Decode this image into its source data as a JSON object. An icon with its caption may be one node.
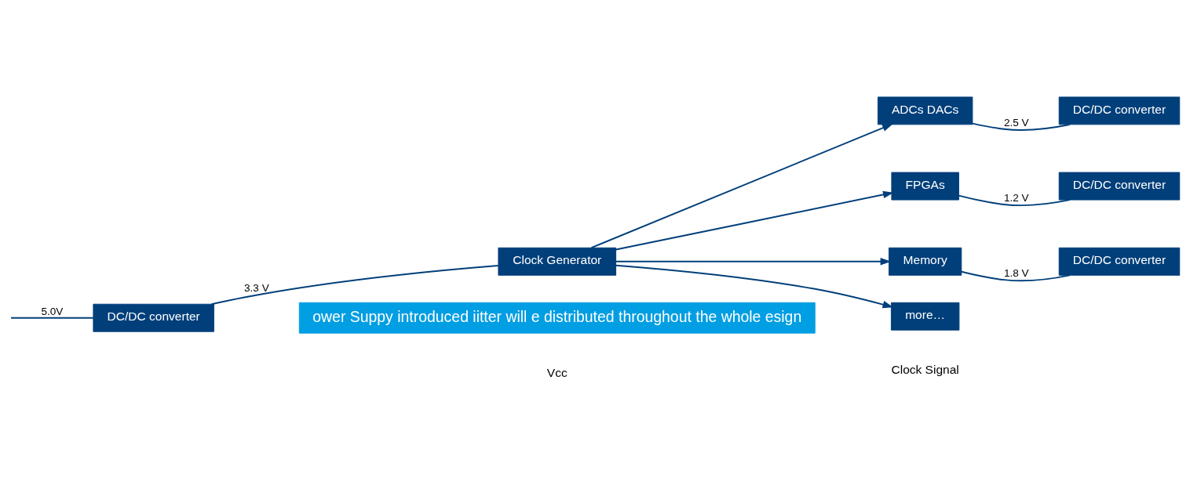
{
  "diagram": {
    "nodes": [
      {
        "text": [
          "DC/DC converter"
        ]
      },
      {
        "text": [
          "Clock Generator"
        ]
      },
      {
        "text": [
          "ADCs DACs"
        ]
      },
      {
        "text": [
          "DC/DC converter"
        ]
      },
      {
        "text": [
          "FPGAs"
        ]
      },
      {
        "text": [
          "DC/DC converter"
        ]
      },
      {
        "text": [
          "Memory"
        ]
      },
      {
        "text": [
          "DC/DC converter"
        ]
      },
      {
        "text": [
          "more…"
        ]
      },
      {
        "text": [
          "ower Suppy introduced iitter will e distributed throughout the whole esign"
        ]
      }
    ],
    "edges": [
      {
        "from": null,
        "to": 0,
        "arrow": "none",
        "label": "5.0V"
      },
      {
        "from": 0,
        "to": 1,
        "arrow": "none",
        "label": "3.3 V"
      },
      {
        "from": 1,
        "to": 2,
        "arrow": "to"
      },
      {
        "from": 1,
        "to": 4,
        "arrow": "to"
      },
      {
        "from": 1,
        "to": 6,
        "arrow": "to"
      },
      {
        "from": 1,
        "to": 8,
        "arrow": "to"
      },
      {
        "from": 3,
        "to": 2,
        "arrow": "none",
        "label": "2.5 V"
      },
      {
        "from": 5,
        "to": 4,
        "arrow": "none",
        "label": "1.2 V"
      },
      {
        "from": 7,
        "to": 6,
        "arrow": "none",
        "label": "1.8 V"
      }
    ],
    "labels": [
      "Vcc",
      "Clock Signal"
    ]
  }
}
